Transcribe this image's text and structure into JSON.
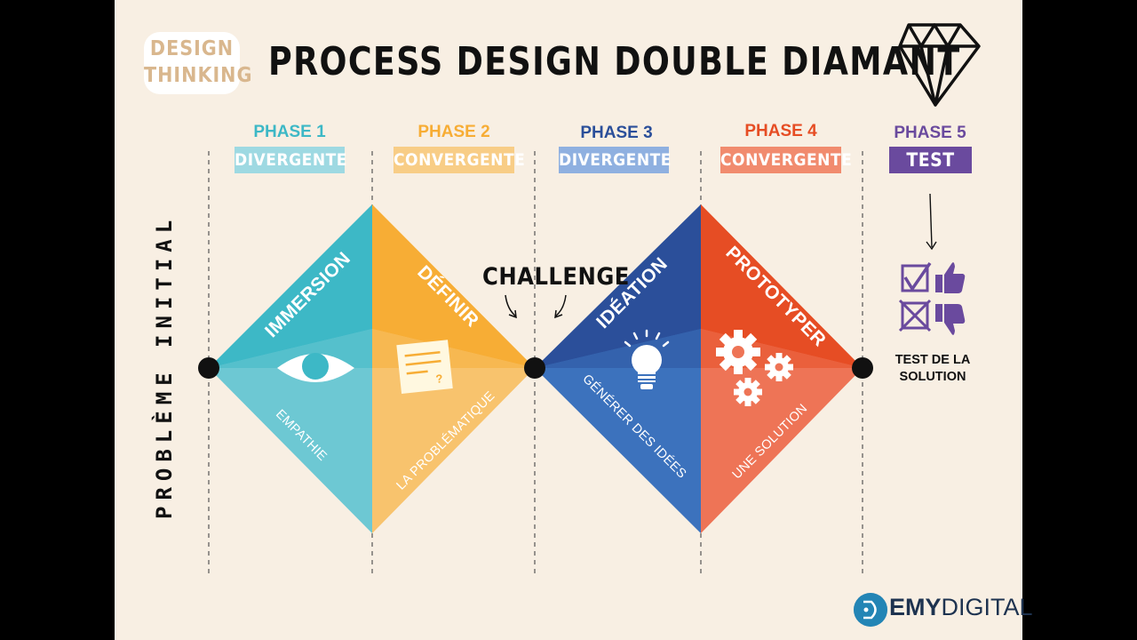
{
  "logo": {
    "line1": "DESIGN",
    "line2": "THINKING"
  },
  "title": "PROCESS DESIGN DOUBLE DIAMANT",
  "side_label": "PROBLÈME   INITIAL",
  "phases": [
    {
      "title": "PHASE 1",
      "badge": "DIVERGENTE",
      "color": "#3db8c6",
      "badge_color": "#9ed9e2"
    },
    {
      "title": "PHASE 2",
      "badge": "CONVERGENTE",
      "color": "#f7ad35",
      "badge_color": "#f8cd86"
    },
    {
      "title": "PHASE 3",
      "badge": "DIVERGENTE",
      "color": "#2b4f9a",
      "badge_color": "#8fb0e0"
    },
    {
      "title": "PHASE 4",
      "badge": "CONVERGENTE",
      "color": "#e64d24",
      "badge_color": "#f18b6e"
    },
    {
      "title": "PHASE 5",
      "badge": "TEST",
      "color": "#6a4a9e",
      "badge_color": "#6a4a9e"
    }
  ],
  "steps": [
    {
      "name": "IMMERSION",
      "desc": "EMPATHIE",
      "icon": "eye-icon"
    },
    {
      "name": "DÉFINIR",
      "desc": "LA PROBLÉMATIQUE",
      "icon": "note-icon"
    },
    {
      "name": "IDÉATION",
      "desc": "GÉNÉRER DES IDÉES",
      "icon": "lightbulb-icon"
    },
    {
      "name": "PROTOTYPER",
      "desc": "UNE SOLUTION",
      "icon": "gears-icon"
    }
  ],
  "challenge": "CHALLENGE",
  "test_solution": {
    "line1": "TEST DE LA",
    "line2": "SOLUTION"
  },
  "brand": {
    "strong": "EMY",
    "light": "DIGITAL"
  }
}
